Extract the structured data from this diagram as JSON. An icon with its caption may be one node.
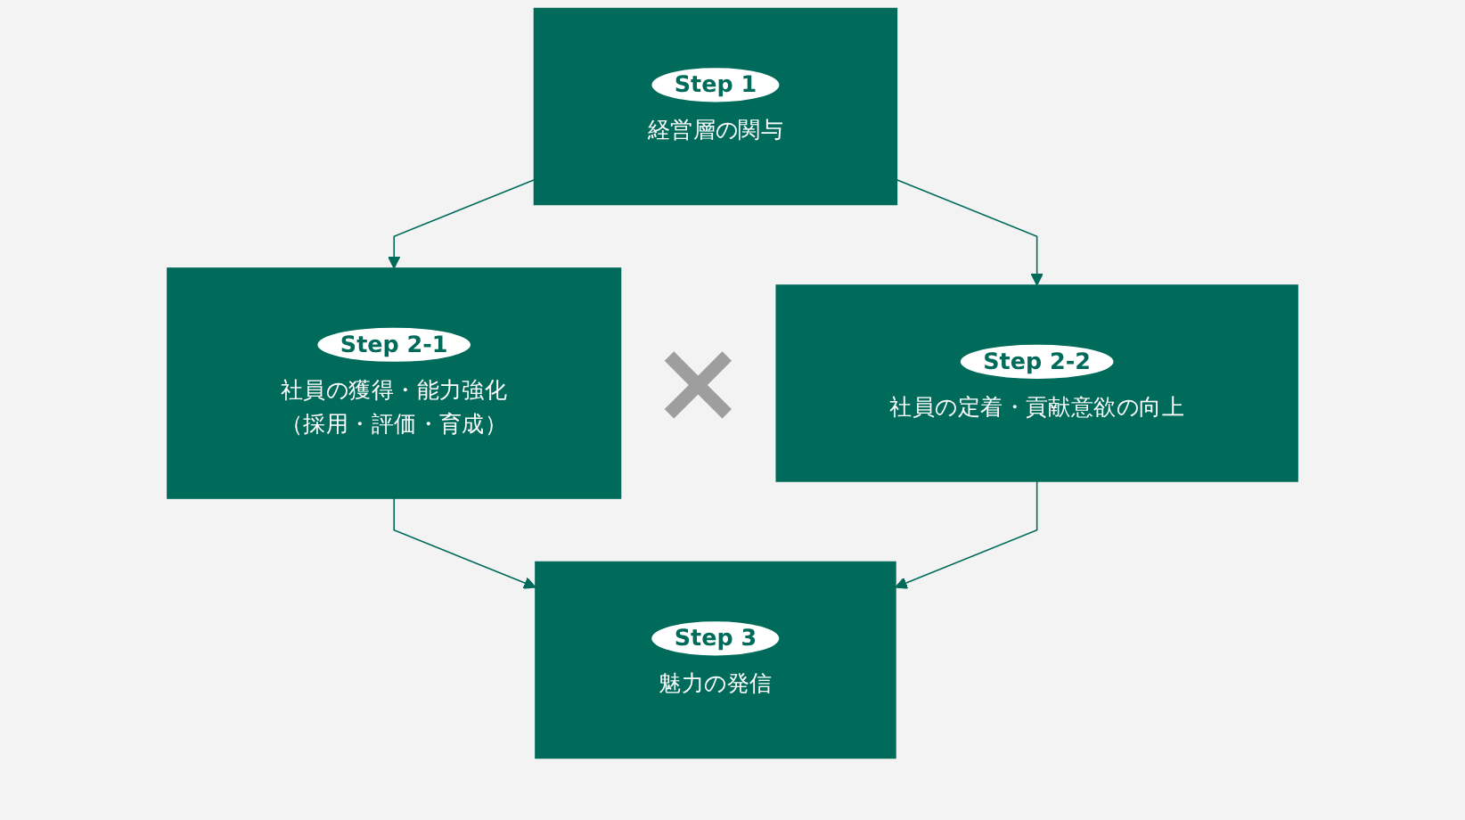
{
  "diagram": {
    "nodes": [
      {
        "text": [
          "Step 1",
          "経営層の関与"
        ]
      },
      {
        "text": [
          "Step 2-1",
          "社員の獲得・能力強化",
          "（採用・評価・育成）"
        ]
      },
      {
        "text": [
          "Step 2-2",
          "社員の定着・貢献意欲の向上"
        ]
      },
      {
        "text": [
          "Step 3",
          "魅力の発信"
        ]
      }
    ],
    "edges": [
      {
        "from": 0,
        "to": 1,
        "arrow": "to"
      },
      {
        "from": 0,
        "to": 2,
        "arrow": "to"
      },
      {
        "from": 1,
        "to": 3,
        "arrow": "to"
      },
      {
        "from": 2,
        "to": 3,
        "arrow": "to"
      }
    ],
    "labels": [
      "×"
    ]
  }
}
